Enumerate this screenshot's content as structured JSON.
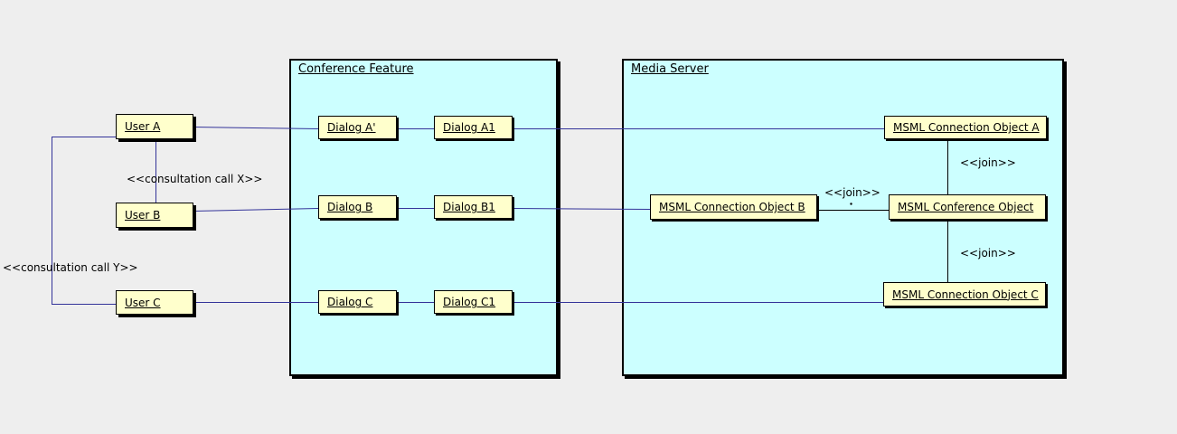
{
  "diagram": {
    "type": "uml-collaboration-diagram",
    "background_color": "#EEEEEE",
    "colors": {
      "container_fill": "#CCFFFF",
      "node_fill": "#FFFFCC",
      "border": "#000000",
      "call_link": "#333399",
      "join_link": "#000000"
    },
    "containers": {
      "conference_feature": {
        "title": "Conference Feature"
      },
      "media_server": {
        "title": "Media Server"
      }
    },
    "nodes": {
      "user_a": {
        "label": "User A"
      },
      "user_b": {
        "label": "User B"
      },
      "user_c": {
        "label": "User C"
      },
      "dialog_a_prime": {
        "label": "Dialog A'"
      },
      "dialog_a1": {
        "label": "Dialog A1"
      },
      "dialog_b": {
        "label": "Dialog B"
      },
      "dialog_b1": {
        "label": "Dialog B1"
      },
      "dialog_c": {
        "label": "Dialog C"
      },
      "dialog_c1": {
        "label": "Dialog C1"
      },
      "msml_connection_a": {
        "label": "MSML Connection Object A"
      },
      "msml_connection_b": {
        "label": "MSML Connection Object B"
      },
      "msml_conference": {
        "label": "MSML Conference Object"
      },
      "msml_connection_c": {
        "label": "MSML Connection Object C"
      }
    },
    "annotations": {
      "consultation_x": {
        "text": "<<consultation call X>>"
      },
      "consultation_y": {
        "text": "<<consultation call Y>>"
      },
      "join_a": {
        "text": "<<join>>"
      },
      "join_b": {
        "text": "<<join>>"
      },
      "join_c": {
        "text": "<<join>>"
      }
    }
  }
}
